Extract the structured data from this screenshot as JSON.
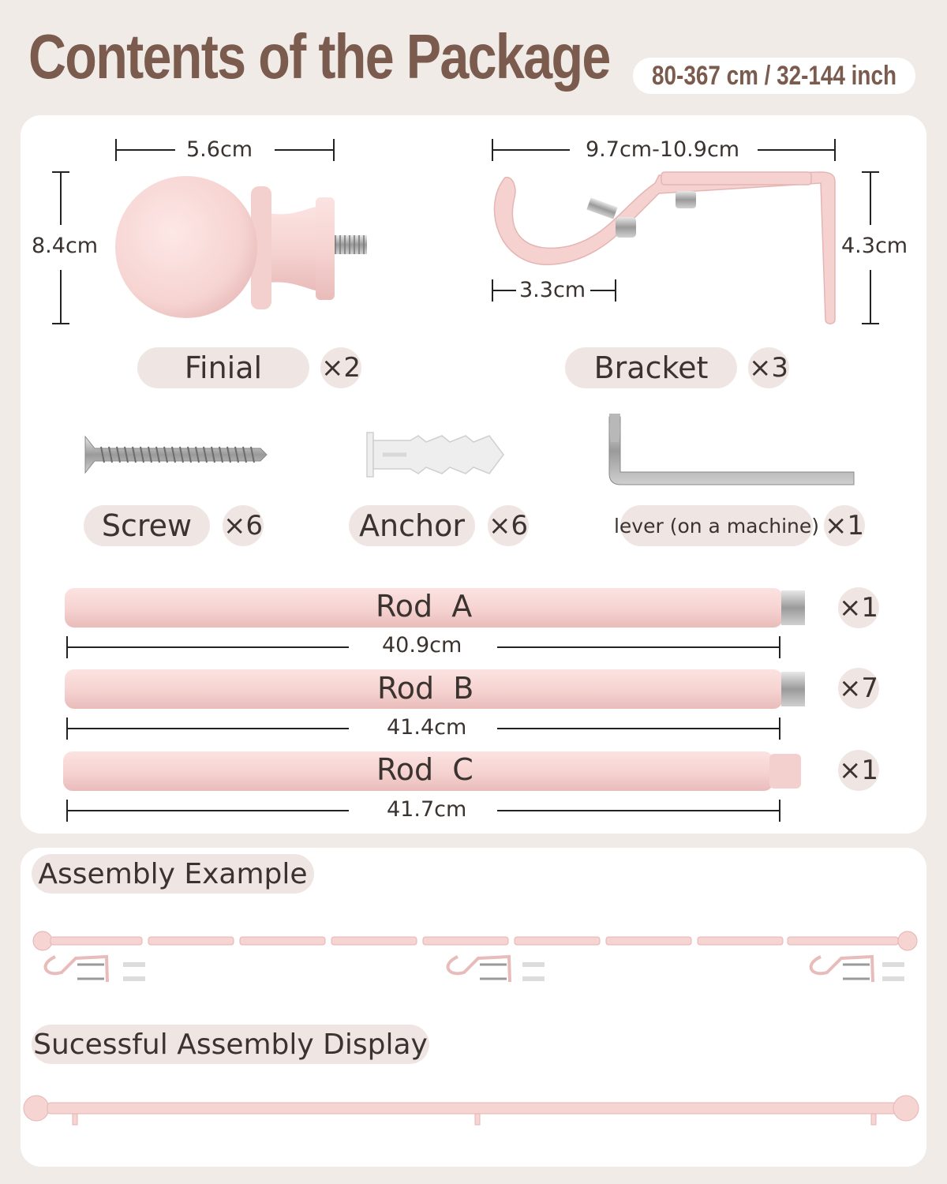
{
  "header": {
    "title": "Contents of the Package",
    "size_range": "80-367 cm / 32-144 inch"
  },
  "finial": {
    "label": "Finial",
    "qty": "×2",
    "width": "5.6cm",
    "height": "8.4cm"
  },
  "bracket": {
    "label": "Bracket",
    "qty": "×3",
    "width": "9.7cm-10.9cm",
    "height": "4.3cm",
    "hook": "3.3cm"
  },
  "screw": {
    "label": "Screw",
    "qty": "×6"
  },
  "anchor": {
    "label": "Anchor",
    "qty": "×6"
  },
  "lever": {
    "label": "lever (on a machine)",
    "qty": "×1"
  },
  "rods": [
    {
      "label": "Rod  A",
      "length": "40.9cm",
      "qty": "×1"
    },
    {
      "label": "Rod  B",
      "length": "41.4cm",
      "qty": "×7"
    },
    {
      "label": "Rod  C",
      "length": "41.7cm",
      "qty": "×1"
    }
  ],
  "assembly": {
    "example_label": "Assembly Example",
    "display_label": "Sucessful Assembly Display"
  },
  "colors": {
    "accent_brown": "#7a5b4d",
    "product_pink": "#f6d4d2",
    "pill_bg": "#efe6e3",
    "page_bg": "#f1ebe8"
  }
}
